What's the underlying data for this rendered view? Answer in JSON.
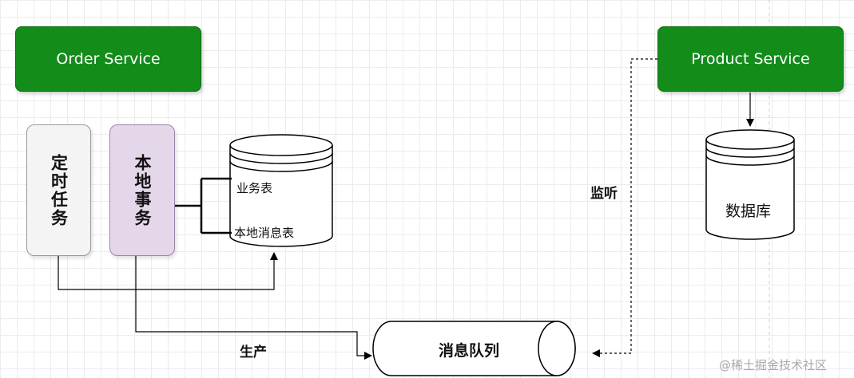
{
  "order_service": {
    "label": "Order Service"
  },
  "product_service": {
    "label": "Product Service"
  },
  "scheduled_task": {
    "label": "定时任务"
  },
  "local_transaction": {
    "label": "本地事务"
  },
  "order_db": {
    "business_table": "业务表",
    "local_message_table": "本地消息表"
  },
  "product_db": {
    "label": "数据库"
  },
  "message_queue": {
    "label": "消息队列"
  },
  "edges": {
    "produce": "生产",
    "listen": "监听"
  },
  "watermark": "@稀土掘金技术社区",
  "colors": {
    "service_fill": "#138c1a",
    "task_fill": "#f4f4f4",
    "transaction_fill": "#e5d7ea"
  }
}
